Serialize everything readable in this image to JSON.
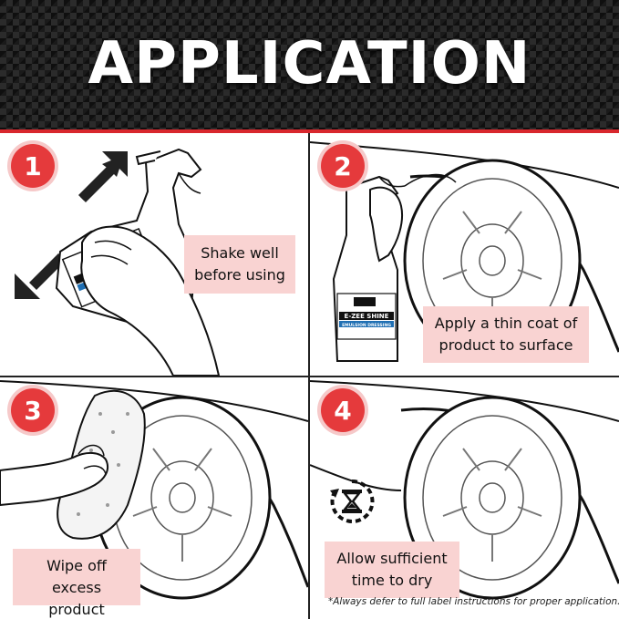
{
  "header": {
    "title": "APPLICATION"
  },
  "steps": [
    {
      "number": "1",
      "caption_line1": "Shake well",
      "caption_line2": "before using"
    },
    {
      "number": "2",
      "caption_line1": "Apply a thin coat of",
      "caption_line2": "product to surface"
    },
    {
      "number": "3",
      "caption_line1": "Wipe off excess",
      "caption_line2": "product"
    },
    {
      "number": "4",
      "caption_line1": "Allow sufficient",
      "caption_line2": "time to dry"
    }
  ],
  "product_label": {
    "brand": "E-ZEE SHINE",
    "sub": "EMULSION DRESSING"
  },
  "footnote": "*Always defer to full label instructions for proper application.",
  "colors": {
    "accent": "#e53a3c",
    "caption_bg": "#f9d3d2",
    "label_blue": "#1f6fb3",
    "header_bg": "#1a1a1a"
  },
  "icons": [
    "arrow-up-right-icon",
    "arrow-down-left-icon",
    "hourglass-timer-icon"
  ]
}
